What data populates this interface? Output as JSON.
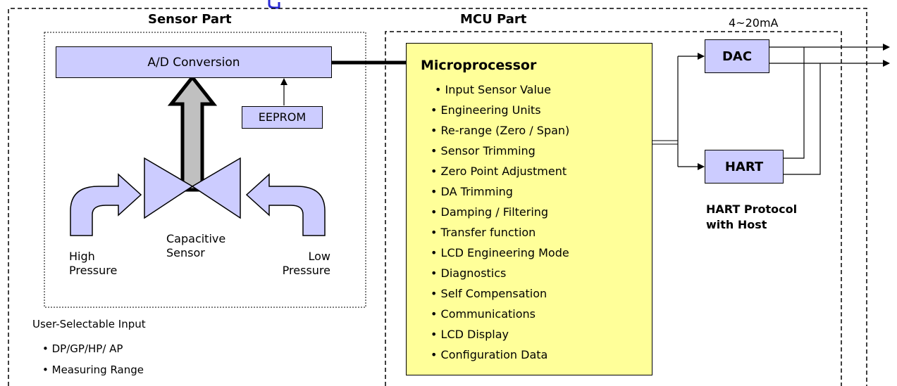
{
  "sensor_part": {
    "title": "Sensor Part",
    "ad_conversion": "A/D Conversion",
    "eeprom": "EEPROM",
    "capacitive_sensor": [
      "Capacitive",
      "Sensor"
    ],
    "high_pressure": [
      "High",
      "Pressure"
    ],
    "low_pressure": [
      "Low",
      "Pressure"
    ]
  },
  "mcu_part": {
    "title": "MCU Part",
    "microprocessor": {
      "title": "Microprocessor",
      "items": [
        "Input Sensor Value",
        "Engineering Units",
        "Re-range (Zero / Span)",
        "Sensor Trimming",
        "Zero Point Adjustment",
        "DA Trimming",
        "Damping / Filtering",
        "Transfer function",
        "LCD Engineering Mode",
        "Diagnostics",
        "Self Compensation",
        "Communications",
        "LCD Display",
        "Configuration Data"
      ]
    },
    "dac": "DAC",
    "hart": "HART",
    "output_current": "4~20mA",
    "hart_protocol": [
      "HART Protocol",
      "with Host"
    ]
  },
  "user_input": {
    "title": "User-Selectable Input",
    "items": [
      "DP/GP/HP/ AP",
      "Measuring Range"
    ]
  },
  "colors": {
    "box_fill": "#ccccff",
    "arrow_fill": "#ccccff",
    "microprocessor_fill": "#ffff99",
    "shaft_fill": "#c0c0c0",
    "top_title_accent": "#2b2bd6"
  }
}
